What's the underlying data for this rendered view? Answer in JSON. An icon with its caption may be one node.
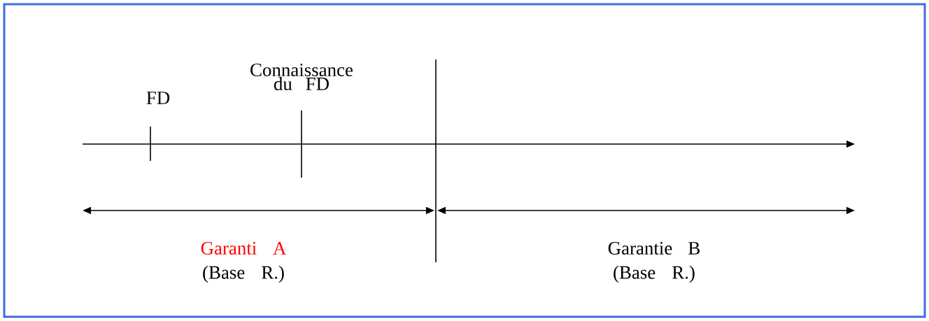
{
  "diagram": {
    "labels": [
      "FD",
      "Connaissance du FD",
      "Garanti A",
      "(Base R.)",
      "Garantie B",
      "(Base R.)"
    ]
  }
}
